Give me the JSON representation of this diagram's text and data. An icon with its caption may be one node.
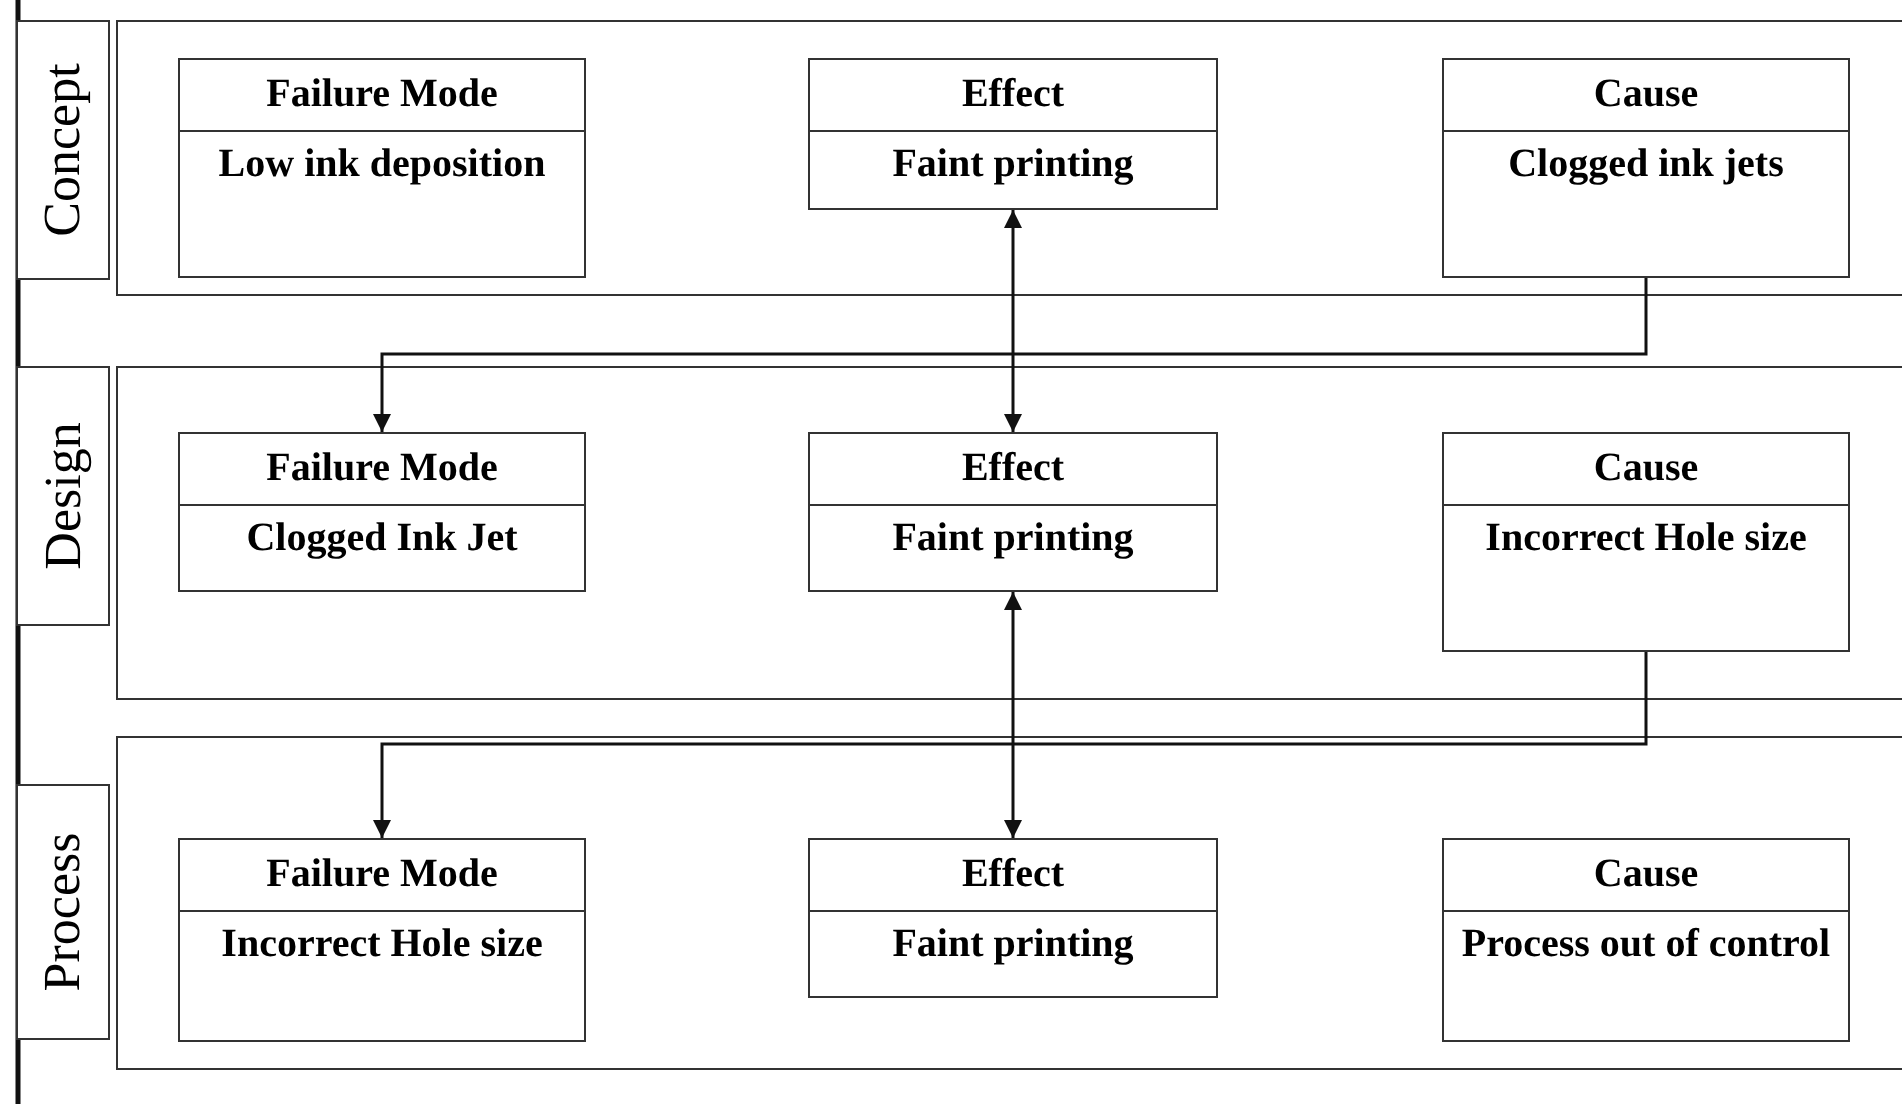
{
  "diagram": {
    "nodes": [
      {
        "text": [
          "Concept"
        ]
      },
      {
        "text": [
          "Failure Mode",
          "Low ink deposition"
        ],
        "in": 0
      },
      {
        "text": [
          "Effect",
          "Faint printing"
        ],
        "in": 0
      },
      {
        "text": [
          "Cause",
          "Clogged ink jets"
        ],
        "in": 0
      },
      {
        "text": [
          "Design"
        ]
      },
      {
        "text": [
          "Failure Mode",
          "Clogged Ink Jet"
        ],
        "in": 4
      },
      {
        "text": [
          "Effect",
          "Faint printing"
        ],
        "in": 4
      },
      {
        "text": [
          "Cause",
          "Incorrect Hole size"
        ],
        "in": 4
      },
      {
        "text": [
          "Process"
        ]
      },
      {
        "text": [
          "Failure Mode",
          "Incorrect Hole size"
        ],
        "in": 8
      },
      {
        "text": [
          "Effect",
          "Faint printing"
        ],
        "in": 8
      },
      {
        "text": [
          "Cause",
          "Process out of control"
        ],
        "in": 8
      }
    ],
    "edges": [
      {
        "from": 3,
        "to": 5,
        "arrow": "to"
      },
      {
        "from": 2,
        "to": 6,
        "arrow": "both"
      },
      {
        "from": 7,
        "to": 9,
        "arrow": "to"
      },
      {
        "from": 6,
        "to": 10,
        "arrow": "both"
      }
    ]
  }
}
